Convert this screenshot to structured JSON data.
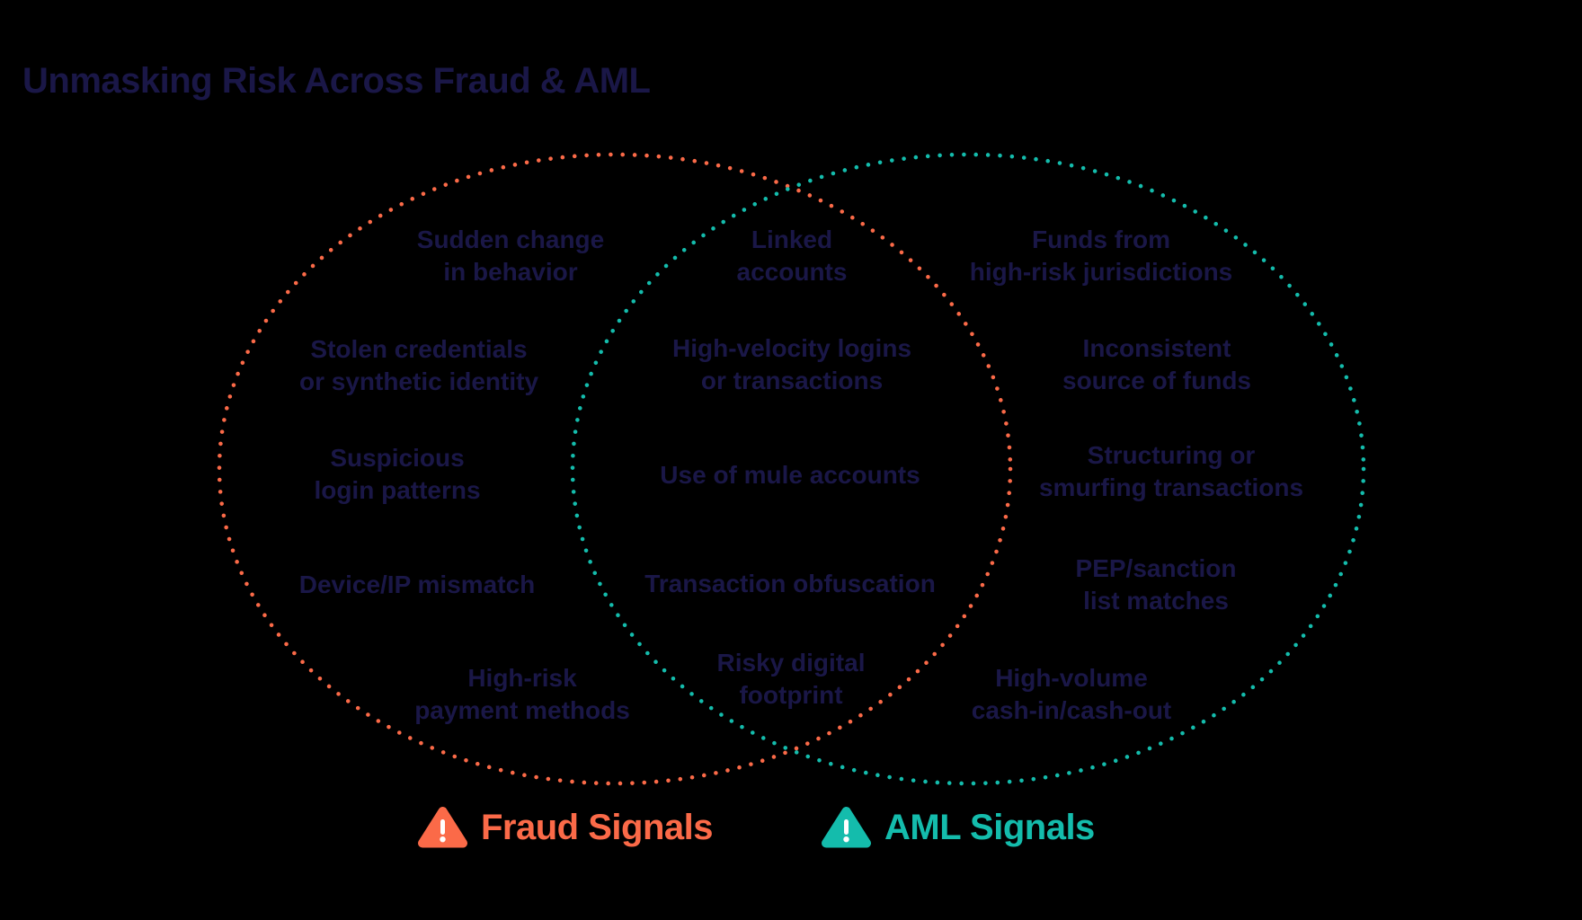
{
  "title": "Unmasking Risk Across Fraud & AML",
  "colors": {
    "fraud": "#FB6A48",
    "aml": "#14BCAC",
    "text": "#1A1747",
    "background": "#000000"
  },
  "venn": {
    "fraud_only": [
      "Sudden change\nin behavior",
      "Stolen credentials\nor synthetic identity",
      "Suspicious\nlogin patterns",
      "Device/IP mismatch",
      "High-risk\npayment methods"
    ],
    "overlap": [
      "Linked\naccounts",
      "High-velocity logins\nor transactions",
      "Use of mule accounts",
      "Transaction obfuscation",
      "Risky digital\nfootprint"
    ],
    "aml_only": [
      "Funds from\nhigh-risk jurisdictions",
      "Inconsistent\nsource of funds",
      "Structuring or\nsmurfing transactions",
      "PEP/sanction\nlist matches",
      "High-volume\ncash-in/cash-out"
    ]
  },
  "legend": {
    "fraud": {
      "label": "Fraud Signals",
      "icon": "warning-triangle-icon"
    },
    "aml": {
      "label": "AML Signals",
      "icon": "warning-triangle-icon"
    }
  }
}
